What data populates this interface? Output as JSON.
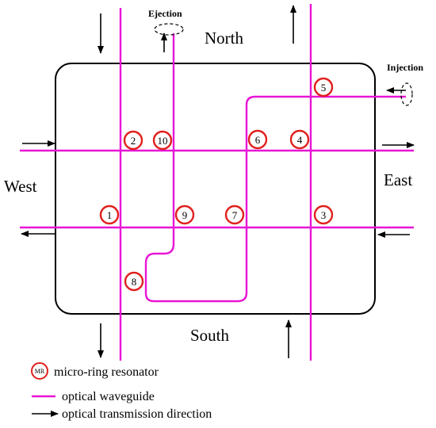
{
  "directions": {
    "north": "North",
    "south": "South",
    "east": "East",
    "west": "West"
  },
  "ports": {
    "ejection": "Ejection",
    "injection": "Injection"
  },
  "resonators": [
    "1",
    "2",
    "3",
    "4",
    "5",
    "6",
    "7",
    "8",
    "9",
    "10"
  ],
  "legend": {
    "mr_symbol": "MR",
    "mr_label": "micro-ring resonator",
    "waveguide_label": "optical waveguide",
    "arrow_label": "optical transmission direction"
  },
  "colors": {
    "waveguide": "#e815d6",
    "resonator": "#e0201c",
    "outline": "#000000"
  }
}
